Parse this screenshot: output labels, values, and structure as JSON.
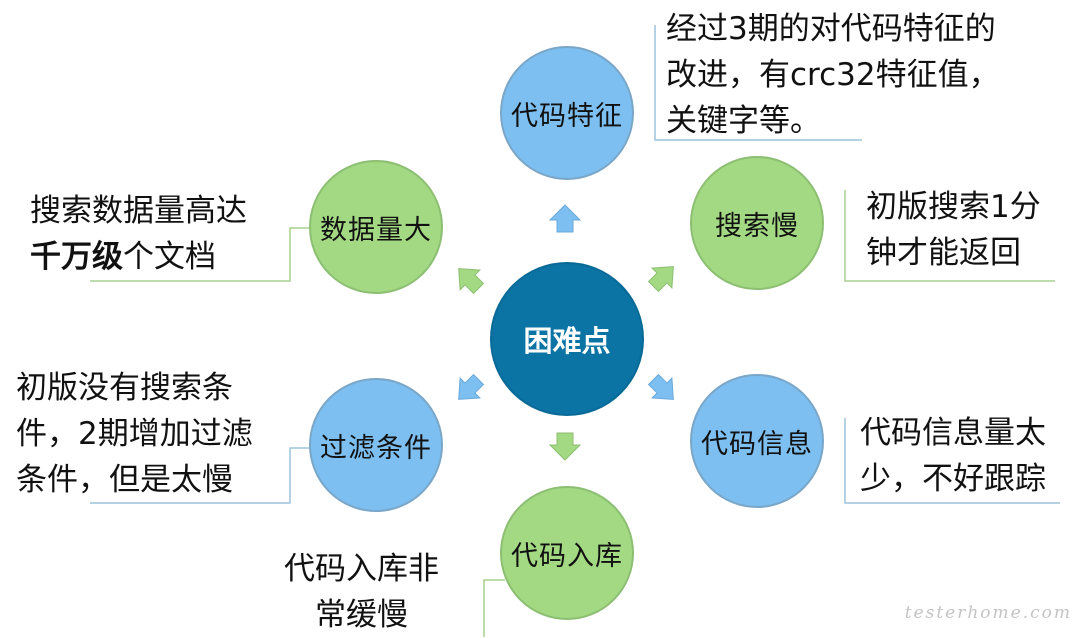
{
  "center": {
    "label": "困难点"
  },
  "nodes": {
    "code_feature": {
      "label": "代码特征"
    },
    "data_volume": {
      "label": "数据量大"
    },
    "search_slow": {
      "label": "搜索慢"
    },
    "filter": {
      "label": "过滤条件"
    },
    "code_info": {
      "label": "代码信息"
    },
    "ingest": {
      "label": "代码入库"
    }
  },
  "notes": {
    "code_feature": {
      "line1": "经过3期的对代码特征的",
      "line2": "改进，有crc32特征值，",
      "line3": "关键字等。"
    },
    "data_volume": {
      "line1": "搜索数据量高达",
      "line2_bold": "千万级",
      "line2_rest": "个文档"
    },
    "search_slow": {
      "line1": "初版搜索1分",
      "line2": "钟才能返回"
    },
    "filter": {
      "line1": "初版没有搜索条",
      "line2": "件，2期增加过滤",
      "line3": "条件，但是太慢"
    },
    "code_info": {
      "line1": "代码信息量太",
      "line2": "少，不好跟踪"
    },
    "ingest": {
      "line1": "代码入库非",
      "line2": "常缓慢"
    }
  },
  "watermark": "testerhome.com",
  "colors": {
    "center": "#0b74a5",
    "blue_node": "#7dbff0",
    "green_node": "#a3d983",
    "arrow_blue": "#7dbff0",
    "arrow_green": "#a3d983",
    "callout_line": "#9cc3dc"
  }
}
